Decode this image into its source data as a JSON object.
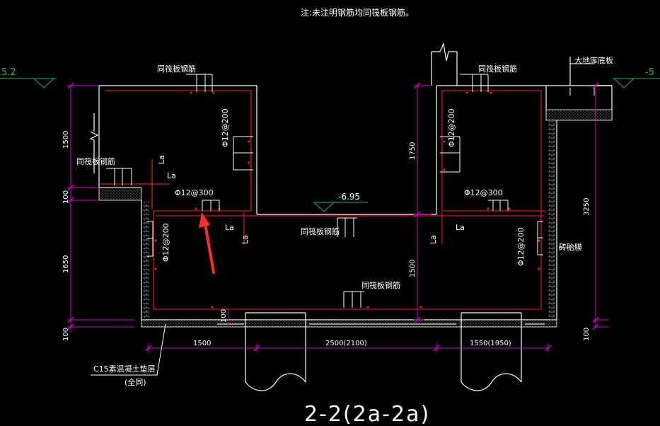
{
  "note": "注:未注明钢筋均同筏板钢筋。",
  "title": "2-2(2a-2a)",
  "elev_left": "5.2",
  "elev_right": "-5",
  "elev_mid": "-6.95",
  "labels": {
    "raft_rebar": "同筏板钢筋",
    "basement_floor": "大地库底板",
    "brick_molding": "砖胎膜",
    "cushion_1": "C15素混凝土垫层",
    "cushion_2": "(全同)",
    "la": "La",
    "rebar_200": "Φ12@200",
    "rebar_300": "Φ12@300"
  },
  "dims": {
    "d1500_left": "1500",
    "d100_a": "100",
    "d1650": "1650",
    "d100_b": "100",
    "d1750": "1750",
    "d1500_mid": "1500",
    "d3250": "3250",
    "d100_right": "100",
    "d100_small": "100",
    "b1500": "1500",
    "b2500": "2500(2100)",
    "b1550": "1550(1950)"
  },
  "colors": {
    "background": "#000000",
    "outline": "#ffffff",
    "rebar": "#ff2020",
    "dimension": "#d000d0",
    "elevation": "#00c060",
    "arrow": "#ff2a2a"
  }
}
